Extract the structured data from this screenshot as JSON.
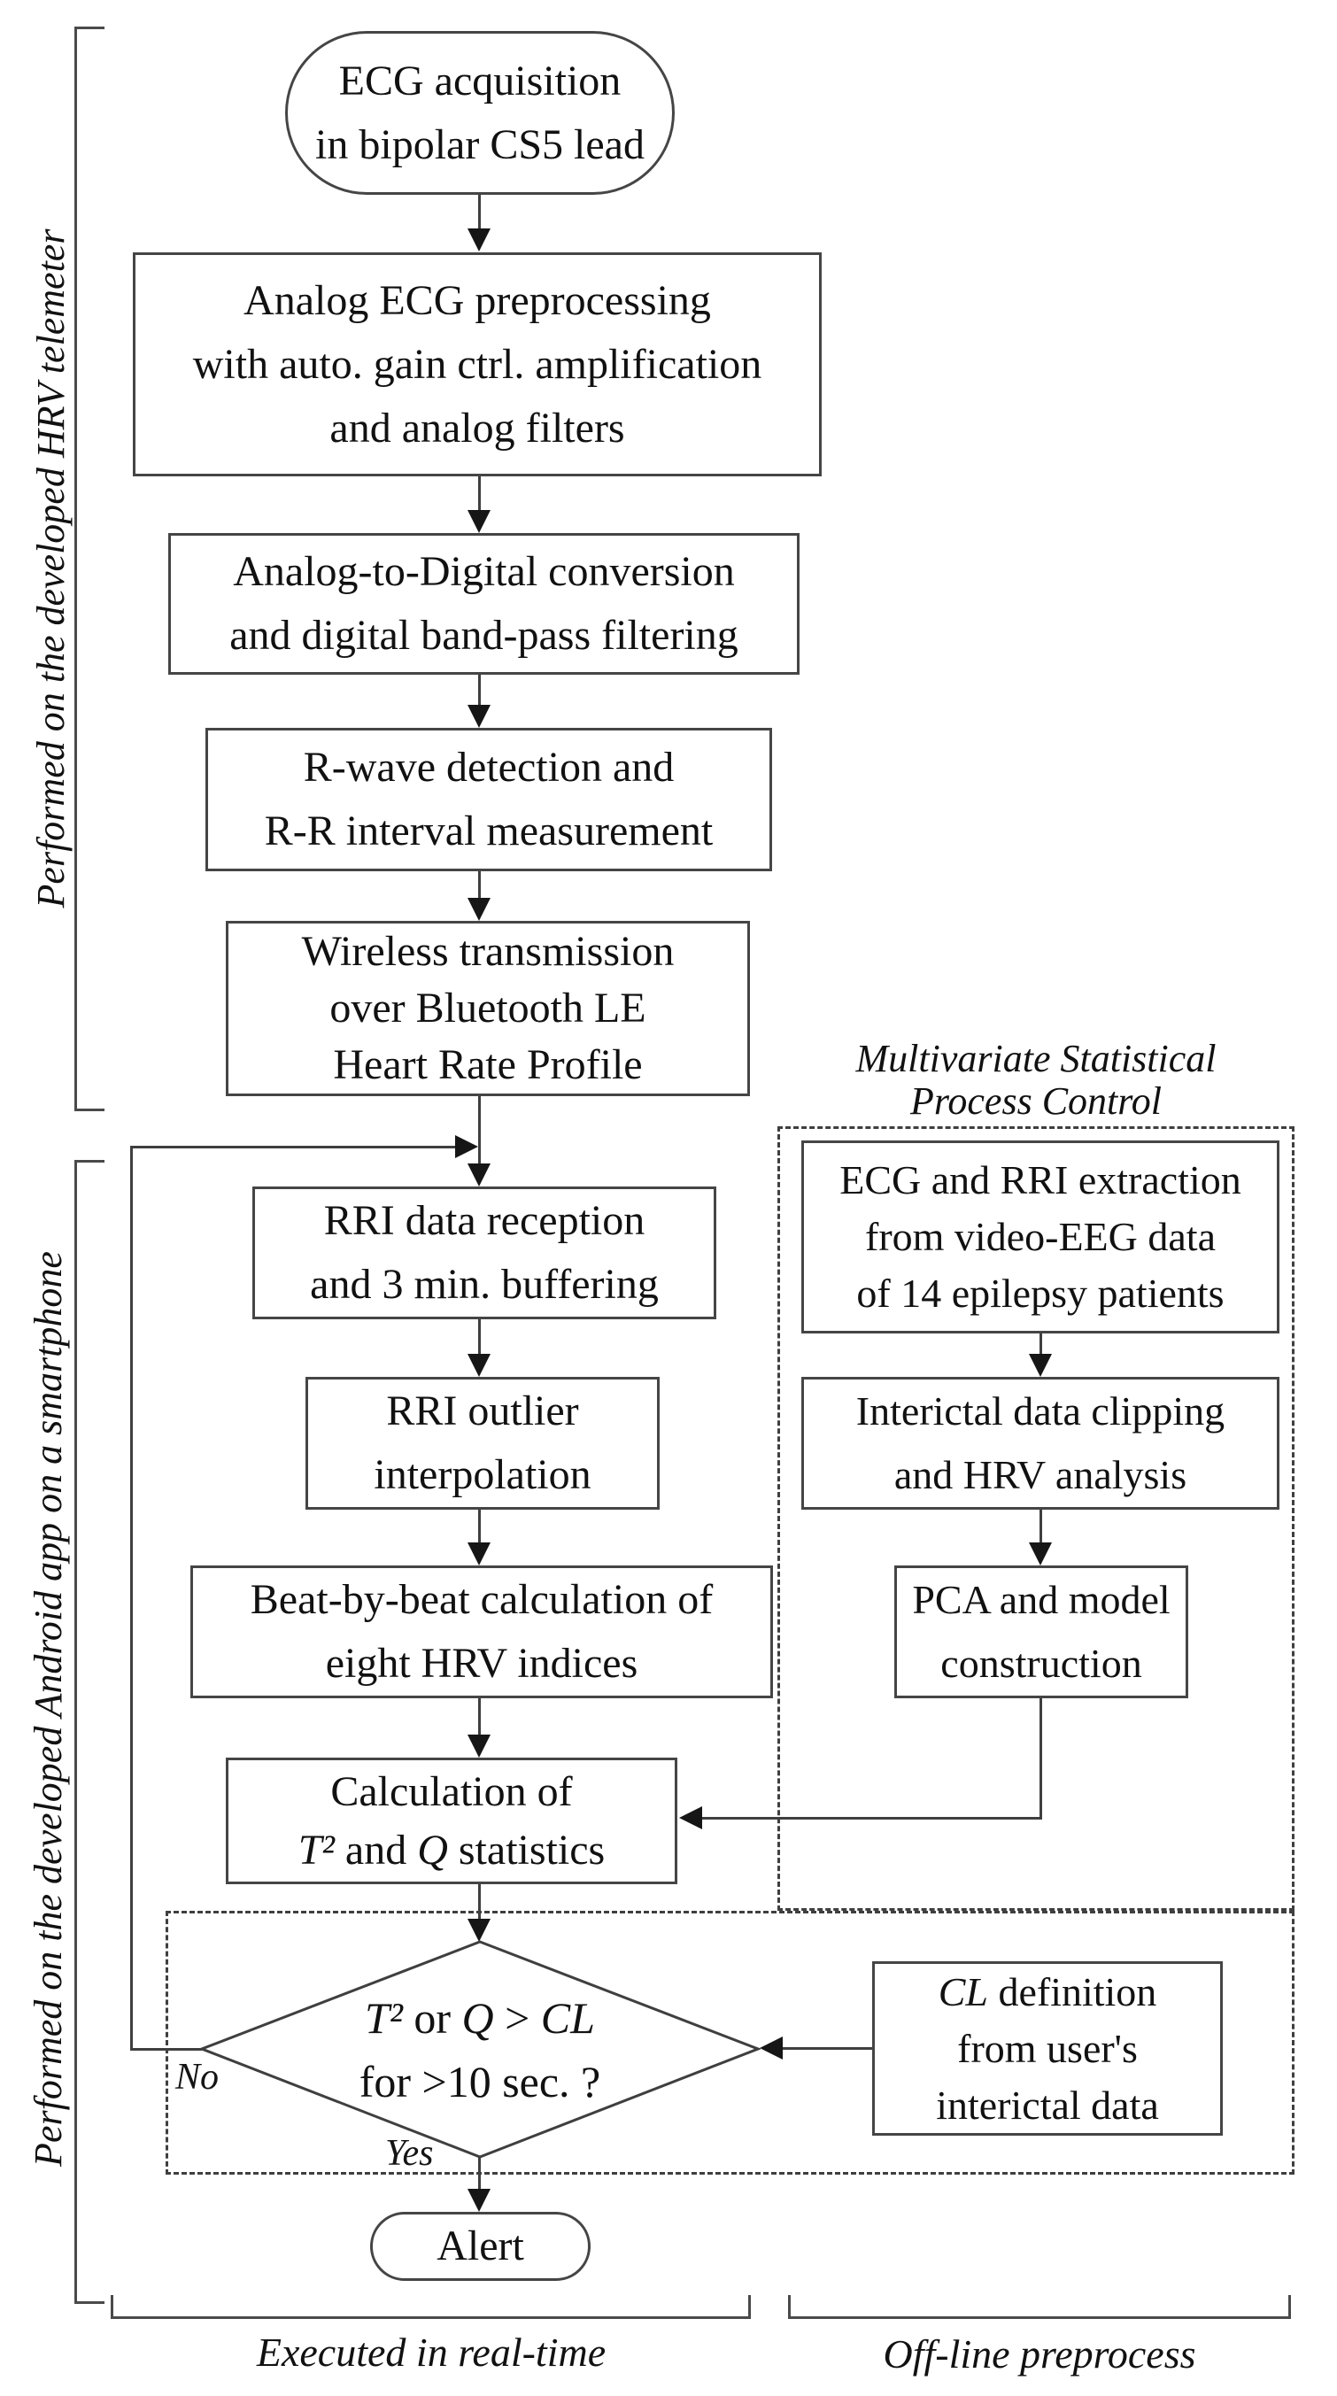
{
  "diagram": {
    "side_labels": {
      "telemeter": "Performed on the developed HRV telemeter",
      "smartphone": "Performed on the developed Android app on a smartphone"
    },
    "nodes": {
      "ecg_acquisition": {
        "line1": "ECG acquisition",
        "line2": "in bipolar CS5 lead"
      },
      "analog_preprocessing": {
        "line1": "Analog ECG preprocessing",
        "line2": "with auto. gain ctrl. amplification",
        "line3": "and analog filters"
      },
      "ad_conversion": {
        "line1": "Analog-to-Digital conversion",
        "line2": "and digital band-pass filtering"
      },
      "rwave_detection": {
        "line1": "R-wave detection and",
        "line2": "R-R interval measurement"
      },
      "wireless_transmission": {
        "line1": "Wireless transmission",
        "line2": "over Bluetooth LE",
        "line3": "Heart Rate Profile"
      },
      "rri_reception": {
        "line1": "RRI data reception",
        "line2": "and 3 min. buffering"
      },
      "rri_outlier": {
        "line1": "RRI outlier",
        "line2": "interpolation"
      },
      "beat_calculation": {
        "line1": "Beat-by-beat calculation of",
        "line2": "eight HRV indices"
      },
      "statistics_calculation": {
        "line1": "Calculation of",
        "t2": "T²",
        "and_word": " and ",
        "q": "Q",
        "rest": " statistics"
      },
      "decision": {
        "t2": "T²",
        "or_word": " or ",
        "q": "Q",
        "gt": " > ",
        "cl": "CL",
        "line2": "for >10 sec. ?",
        "no_label": "No",
        "yes_label": "Yes"
      },
      "alert": {
        "label": "Alert"
      }
    },
    "mspc": {
      "title_line1": "Multivariate Statistical",
      "title_line2": "Process Control",
      "extraction": {
        "line1": "ECG and RRI extraction",
        "line2": "from video-EEG data",
        "line3": "of 14 epilepsy patients"
      },
      "interictal": {
        "line1": "Interictal data clipping",
        "line2": "and HRV analysis"
      },
      "pca": {
        "line1": "PCA and model",
        "line2": "construction"
      },
      "cl_definition": {
        "cl": "CL",
        "rest": " definition",
        "line2": "from user's",
        "line3": "interictal data"
      }
    },
    "footer": {
      "realtime": "Executed in real-time",
      "offline": "Off-line preprocess"
    },
    "colors": {
      "line": "#3f3f3f",
      "text": "#111111",
      "background": "#ffffff"
    }
  }
}
